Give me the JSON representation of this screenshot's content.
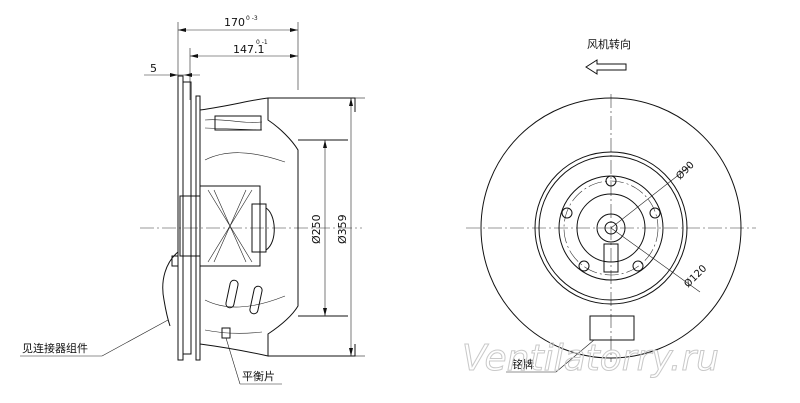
{
  "dimensions": {
    "overall_length": "170",
    "overall_length_tol": "0\n-3",
    "impeller_length": "147.1",
    "impeller_length_tol": "0\n-1",
    "flange_offset": "5",
    "inlet_dia": "Ø250",
    "outer_dia": "Ø359",
    "hub_dia": "Ø90",
    "bolt_circle_dia": "Ø120"
  },
  "labels": {
    "rotation_direction": "风机转向",
    "connector_note": "见连接器组件",
    "balance_plate": "平衡片",
    "nameplate": "铭牌"
  },
  "watermark": "Ventilatorry.ru"
}
